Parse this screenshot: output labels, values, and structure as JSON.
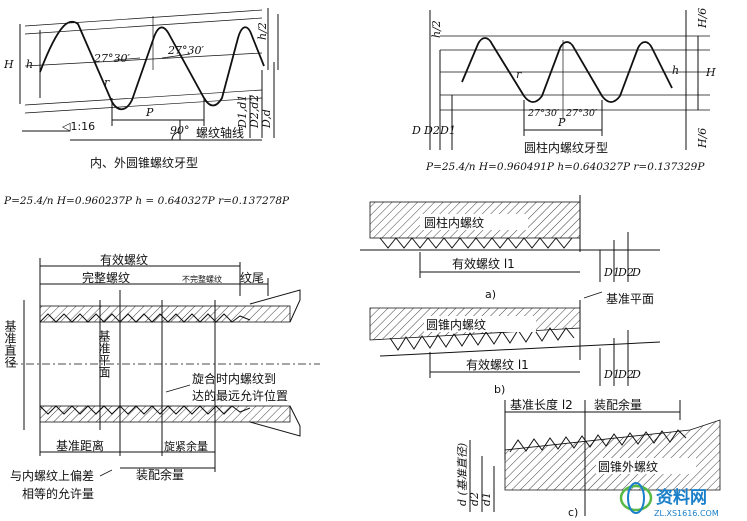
{
  "fig_top_left": {
    "caption": "内、外圆锥螺纹牙型",
    "axis_label": "螺纹轴线",
    "taper": "◁1:16",
    "angle_90": "90°",
    "angle_a": "27°30′",
    "angle_b": "27°30′",
    "label_H": "H",
    "label_h": "h",
    "label_h2": "h/2",
    "label_P": "P",
    "label_r": "r",
    "label_D1d1": "D1,d1",
    "label_D2d2": "D2,d2",
    "label_Dd": "D,d",
    "formula": "P=25.4/n  H=0.960237P  h = 0.640327P  r=0.137278P"
  },
  "fig_top_right": {
    "caption": "圆柱内螺纹牙型",
    "angle_a": "27°30′",
    "angle_b": "27°30′",
    "label_h2": "h/2",
    "label_H6_top": "H/6",
    "label_H6_bottom": "H/6",
    "label_h": "h",
    "label_H": "H",
    "label_D": "D",
    "label_D2": "D2",
    "label_D1": "D1",
    "label_P": "P",
    "label_r": "r",
    "formula": "P=25.4/n  H=0.960491P  h=0.640327P  r=0.137329P"
  },
  "fig_bottom_left": {
    "effective_thread": "有效螺纹",
    "complete_thread": "完整螺纹",
    "incomplete_thread": "不完整螺纹",
    "thread_tail": "纹尾",
    "base_plane": "基准平面",
    "base_diameter": "基准直径",
    "note_max_position": "旋合时内螺纹到",
    "note_max_position_2": "达的最远允许位置",
    "base_distance": "基准距离",
    "tightening_allowance": "旋紧余量",
    "assembly_allowance": "装配余量",
    "deviation_note_1": "与内螺纹上偏差",
    "deviation_note_2": "相等的允许量"
  },
  "fig_bottom_right": {
    "a_label": "圆柱内螺纹",
    "a_eff": "有效螺纹 l1",
    "a_caption": "a)",
    "base_plane": "基准平面",
    "b_label": "圆锥内螺纹",
    "b_eff": "有效螺纹 l1",
    "b_caption": "b)",
    "c_base_length": "基准长度 l2",
    "c_assembly": "装配余量",
    "c_label": "圆锥外螺纹",
    "c_caption": "c)",
    "c_d": "d (基准直径)",
    "c_d2": "d2",
    "c_d1": "d1",
    "D1": "D1",
    "D2": "D2",
    "D": "D"
  },
  "watermark": {
    "brand": "资料网",
    "url": "ZL.XS1616.COM",
    "colors": {
      "accent": "#1a7fc9",
      "accent2": "#58b947"
    }
  }
}
